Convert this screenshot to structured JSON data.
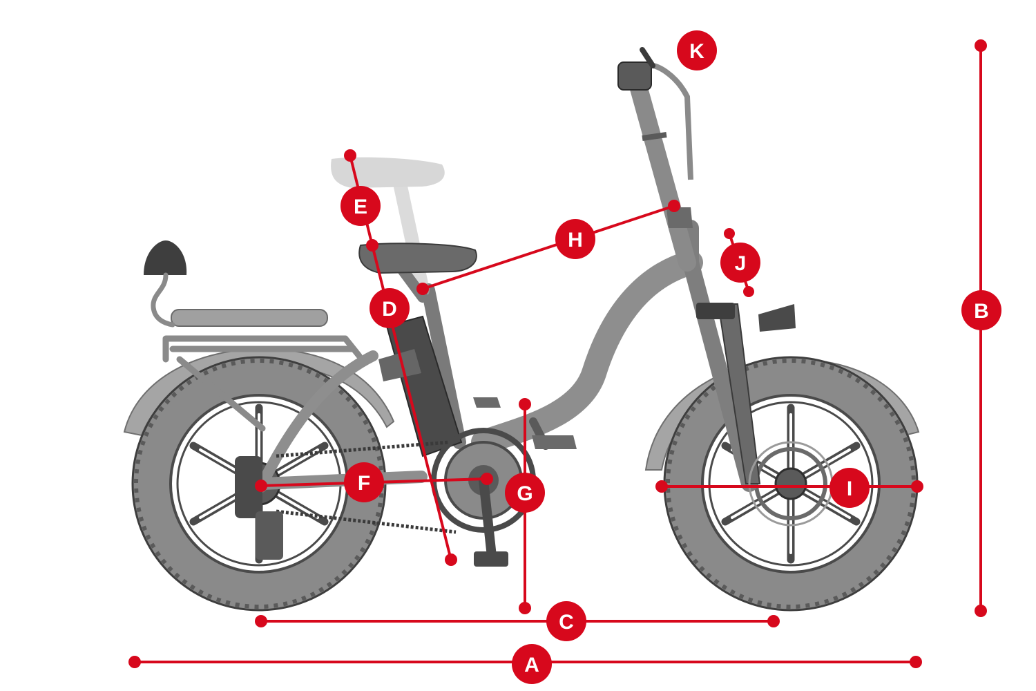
{
  "colors": {
    "accent": "#d7081c",
    "bike_dark": "#4a4a4a",
    "bike_mid": "#7a7a7a",
    "bike_light": "#9c9c9c",
    "bike_pale": "#b8b8b8"
  },
  "markers": [
    {
      "id": "A",
      "label": "A"
    },
    {
      "id": "B",
      "label": "B"
    },
    {
      "id": "C",
      "label": "C"
    },
    {
      "id": "D",
      "label": "D"
    },
    {
      "id": "E",
      "label": "E"
    },
    {
      "id": "F",
      "label": "F"
    },
    {
      "id": "G",
      "label": "G"
    },
    {
      "id": "H",
      "label": "H"
    },
    {
      "id": "I",
      "label": "I"
    },
    {
      "id": "J",
      "label": "J"
    },
    {
      "id": "K",
      "label": "K"
    }
  ]
}
